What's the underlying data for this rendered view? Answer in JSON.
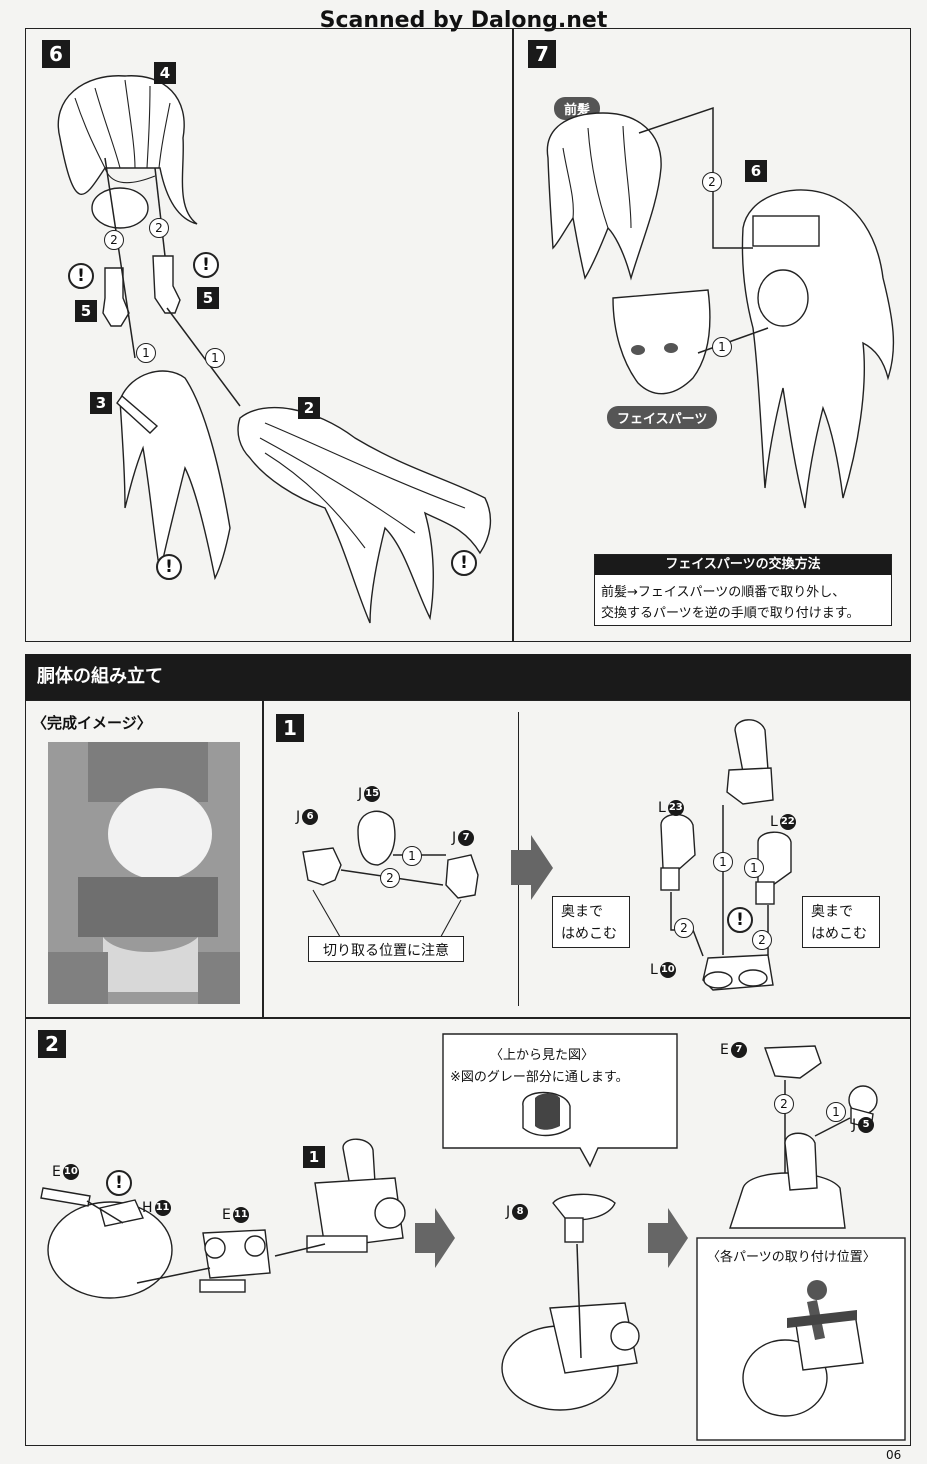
{
  "watermark": "Scanned by Dalong.net",
  "page_number": "06",
  "step6": {
    "step": "6",
    "parts": {
      "p4": "4",
      "p5a": "5",
      "p5b": "5",
      "p3": "3",
      "p2": "2"
    },
    "order": {
      "o2a": "2",
      "o2b": "2",
      "o1a": "1",
      "o1b": "1"
    },
    "warning": "!"
  },
  "step7": {
    "step": "7",
    "front_hair_label": "前髪",
    "face_parts_label": "フェイスパーツ",
    "part6": "6",
    "order": {
      "o2": "2",
      "o1": "1"
    },
    "exchange_title": "フェイスパーツの交換方法",
    "exchange_text1": "前髪→フェイスパーツの順番で取り外し、",
    "exchange_text2": "交換するパーツを逆の手順で取り付けます。"
  },
  "torso": {
    "section_title": "胴体の組み立て",
    "complete_image_label": "〈完成イメージ〉"
  },
  "t1": {
    "step": "1",
    "parts": {
      "j15": {
        "letter": "J",
        "num": "15"
      },
      "j6": {
        "letter": "J",
        "num": "6"
      },
      "j7": {
        "letter": "J",
        "num": "7"
      },
      "l23": {
        "letter": "L",
        "num": "23"
      },
      "l22": {
        "letter": "L",
        "num": "22"
      },
      "l10": {
        "letter": "L",
        "num": "10"
      }
    },
    "order": {
      "o1": "1",
      "o2": "2",
      "o1b": "1",
      "o1c": "1",
      "o2b": "2",
      "o2c": "2"
    },
    "cut_note": "切り取る位置に注意",
    "push_in_left": [
      "奥まで",
      "はめこむ"
    ],
    "push_in_right": [
      "奥まで",
      "はめこむ"
    ]
  },
  "t2": {
    "step": "2",
    "ref_step": "1",
    "parts": {
      "e10": {
        "letter": "E",
        "num": "10"
      },
      "h11": {
        "letter": "H",
        "num": "11"
      },
      "e11": {
        "letter": "E",
        "num": "11"
      },
      "j8": {
        "letter": "J",
        "num": "8"
      },
      "e7": {
        "letter": "E",
        "num": "7"
      },
      "j5": {
        "letter": "J",
        "num": "5"
      }
    },
    "order": {
      "o2": "2",
      "o1": "1"
    },
    "top_view_title": "〈上から見た図〉",
    "top_view_note": "※図のグレー部分に通します。",
    "positions_title": "〈各パーツの取り付け位置〉"
  }
}
